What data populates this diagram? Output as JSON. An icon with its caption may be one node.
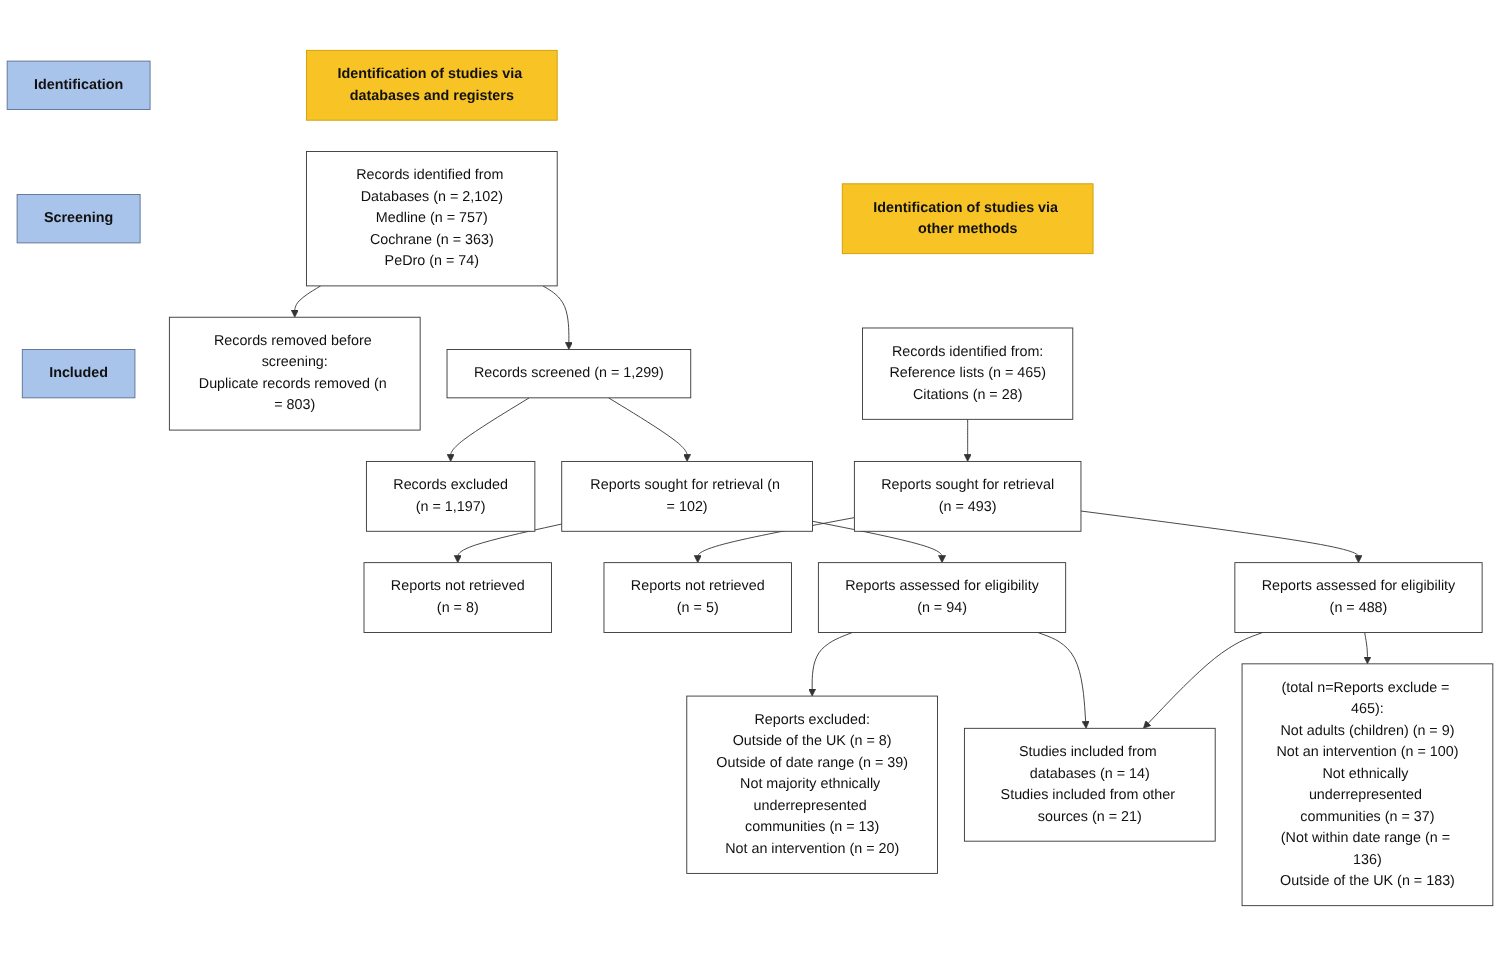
{
  "diagram": {
    "nodes": [
      {
        "text": [
          "Identification of studies via databases and registers"
        ]
      },
      {
        "text": [
          "Identification of studies via other methods"
        ]
      },
      {
        "text": [
          "Identification"
        ]
      },
      {
        "text": [
          "Screening"
        ]
      },
      {
        "text": [
          "Included"
        ]
      },
      {
        "text": [
          "Records identified from Databases (n = 2,102)",
          "Medline (n = 757)",
          "Cochrane (n = 363)",
          "PeDro (n = 74)"
        ]
      },
      {
        "text": [
          "Records removed before screening:",
          "Duplicate records removed (n = 803)"
        ]
      },
      {
        "text": [
          "Records identified from:",
          "Reference lists (n = 465)",
          "Citations (n = 28)"
        ]
      },
      {
        "text": [
          "Records screened (n = 1,299)"
        ]
      },
      {
        "text": [
          "Records excluded",
          "(n = 1,197)"
        ]
      },
      {
        "text": [
          "Reports sought for retrieval (n = 102)"
        ]
      },
      {
        "text": [
          "Reports not retrieved",
          "(n = 8)"
        ]
      },
      {
        "text": [
          "Reports sought for retrieval",
          "(n = 493)"
        ]
      },
      {
        "text": [
          "Reports not retrieved",
          "(n = 5)"
        ]
      },
      {
        "text": [
          "Reports assessed for eligibility",
          "(n = 94)"
        ]
      },
      {
        "text": [
          "Reports excluded:",
          "Outside of the UK (n = 8)",
          "Outside of date range (n = 39)",
          "Not majority ethnically underrepresented communities (n = 13)",
          "Not an intervention (n = 20)"
        ]
      },
      {
        "text": [
          "Reports assessed for eligibility",
          "(n = 488)"
        ]
      },
      {
        "text": [
          "(total n=Reports exclude = 465):",
          "Not adults (children) (n = 9)",
          "Not an intervention (n = 100)",
          "Not ethnically underrepresented communities (n = 37)",
          "(Not within date range (n = 136)",
          "Outside of the UK (n = 183)"
        ]
      },
      {
        "text": [
          "Studies included from databases (n = 14)",
          "Studies included from other sources (n = 21)"
        ]
      }
    ],
    "edges": [
      {
        "from": 5,
        "to": 6,
        "arrow": "to"
      },
      {
        "from": 5,
        "to": 8,
        "arrow": "to"
      },
      {
        "from": 8,
        "to": 9,
        "arrow": "to"
      },
      {
        "from": 8,
        "to": 10,
        "arrow": "to"
      },
      {
        "from": 10,
        "to": 11,
        "arrow": "to"
      },
      {
        "from": 10,
        "to": 14,
        "arrow": "to"
      },
      {
        "from": 14,
        "to": 15,
        "arrow": "to"
      },
      {
        "from": 14,
        "to": 18,
        "arrow": "to"
      },
      {
        "from": 7,
        "to": 12,
        "arrow": "to"
      },
      {
        "from": 12,
        "to": 13,
        "arrow": "to"
      },
      {
        "from": 12,
        "to": 16,
        "arrow": "to"
      },
      {
        "from": 16,
        "to": 17,
        "arrow": "to"
      },
      {
        "from": 16,
        "to": 18,
        "arrow": "to"
      }
    ]
  }
}
